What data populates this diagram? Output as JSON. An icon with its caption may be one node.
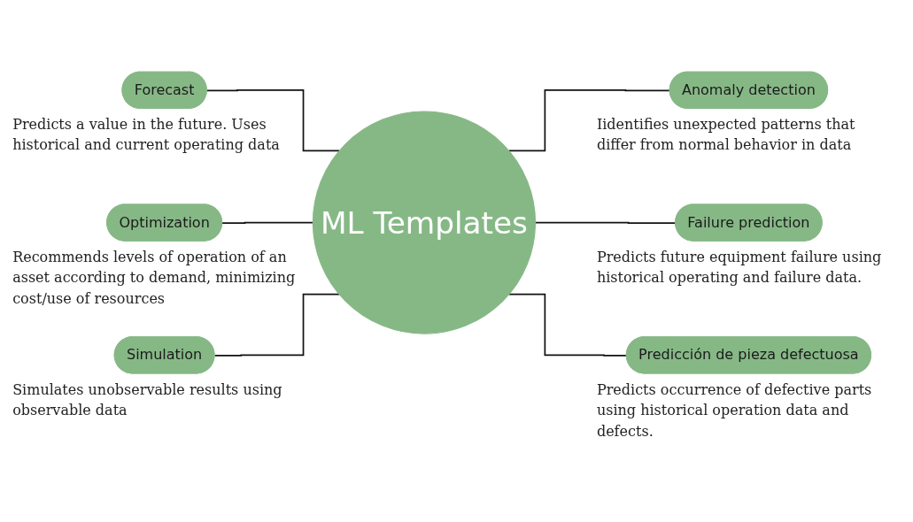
{
  "diagram": {
    "nodes": [
      {
        "text": [
          "Forecast"
        ],
        "beside": [
          "Predicts a value in the future. Uses historical and current operating data"
        ]
      },
      {
        "text": [
          "Optimization"
        ],
        "beside": [
          "Recommends levels of operation of an asset according to demand, minimizing cost/use of resources"
        ]
      },
      {
        "text": [
          "Simulation"
        ],
        "beside": [
          "Simulates unobservable results using observable data"
        ]
      },
      {
        "text": [
          "ML Templates"
        ]
      },
      {
        "text": [
          "Anomaly detection"
        ],
        "beside": [
          "Iidentifies unexpected patterns that differ from normal behavior in data"
        ]
      },
      {
        "text": [
          "Failure prediction"
        ],
        "beside": [
          "Predicts future equipment failure using historical operating and failure data."
        ]
      },
      {
        "text": [
          "Predicción de pieza defectuosa"
        ],
        "beside": [
          "Predicts occurrence of defective parts using historical operation data and defects."
        ]
      }
    ],
    "edges": [
      {
        "from": 0,
        "to": 3,
        "arrow": "none"
      },
      {
        "from": 1,
        "to": 3,
        "arrow": "none"
      },
      {
        "from": 2,
        "to": 3,
        "arrow": "none"
      },
      {
        "from": 3,
        "to": 4,
        "arrow": "none"
      },
      {
        "from": 3,
        "to": 5,
        "arrow": "none"
      },
      {
        "from": 3,
        "to": 6,
        "arrow": "none"
      }
    ]
  }
}
